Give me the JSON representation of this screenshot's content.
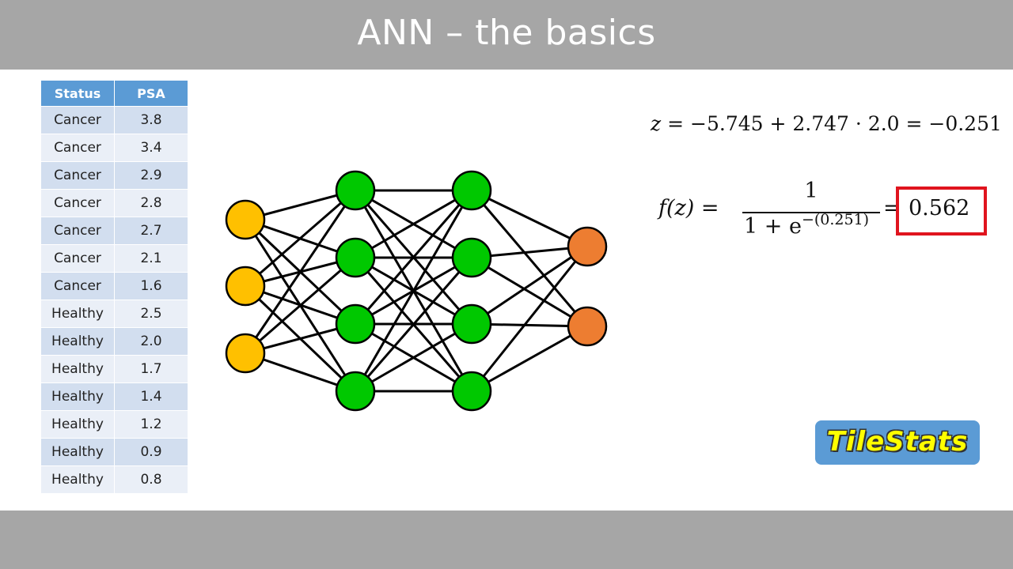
{
  "slide": {
    "title": "ANN – the basics"
  },
  "table": {
    "headers": [
      "Status",
      "PSA"
    ],
    "rows": [
      [
        "Cancer",
        "3.8"
      ],
      [
        "Cancer",
        "3.4"
      ],
      [
        "Cancer",
        "2.9"
      ],
      [
        "Cancer",
        "2.8"
      ],
      [
        "Cancer",
        "2.7"
      ],
      [
        "Cancer",
        "2.1"
      ],
      [
        "Cancer",
        "1.6"
      ],
      [
        "Healthy",
        "2.5"
      ],
      [
        "Healthy",
        "2.0"
      ],
      [
        "Healthy",
        "1.7"
      ],
      [
        "Healthy",
        "1.4"
      ],
      [
        "Healthy",
        "1.2"
      ],
      [
        "Healthy",
        "0.9"
      ],
      [
        "Healthy",
        "0.8"
      ]
    ]
  },
  "network": {
    "layers": [
      3,
      4,
      4,
      2
    ],
    "colors": {
      "input": "#ffc000",
      "hidden": "#00c800",
      "output": "#ed7d31",
      "edge": "#000000"
    }
  },
  "equations": {
    "z_var": "z",
    "z_rhs": "= −5.745 + 2.747 · 2.0 = −0.251",
    "f_lhs": "f(z) =",
    "f_numerator": "1",
    "f_denominator": "1 + e",
    "f_exponent": "−(0.251)",
    "f_equals": "=",
    "result": "0.562"
  },
  "colors": {
    "title_bar": "#a6a6a6",
    "table_header": "#5b9bd5",
    "result_box": "#e0141e"
  },
  "logo": {
    "text": "TileStats"
  }
}
